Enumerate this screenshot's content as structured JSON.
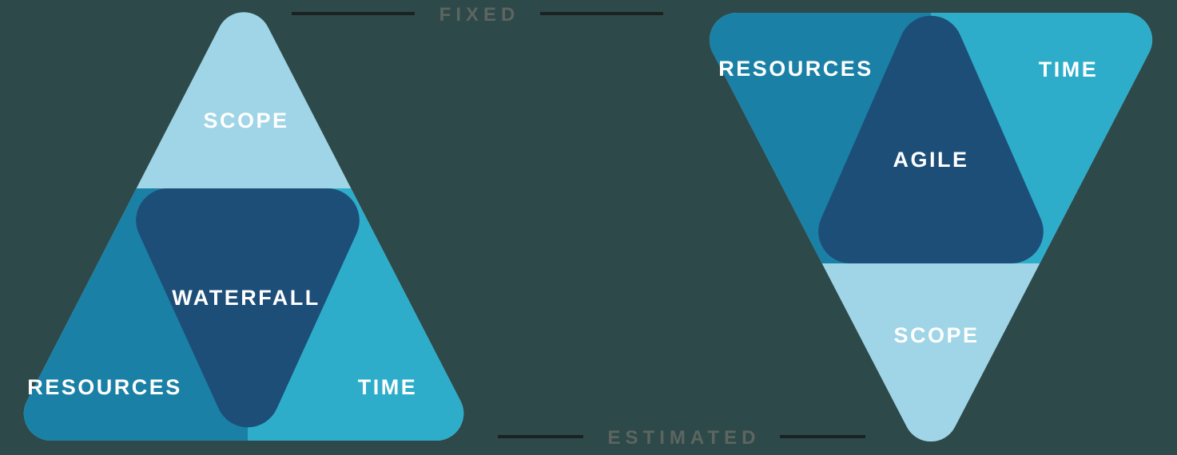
{
  "colors": {
    "background": "#2e4949",
    "light_blue": "#9fd5e6",
    "teal_dark": "#1b80a5",
    "teal_mid": "#2eadca",
    "navy": "#1d4e78",
    "label_text": "#ffffff",
    "caption_text": "#5d6560",
    "caption_line": "#1a2222"
  },
  "captions": {
    "fixed": "FIXED",
    "estimated": "ESTIMATED"
  },
  "waterfall_triangle": {
    "center_label": "WATERFALL",
    "top_label": "SCOPE",
    "bottom_left_label": "RESOURCES",
    "bottom_right_label": "TIME"
  },
  "agile_triangle": {
    "center_label": "AGILE",
    "top_left_label": "RESOURCES",
    "top_right_label": "TIME",
    "bottom_label": "SCOPE"
  }
}
